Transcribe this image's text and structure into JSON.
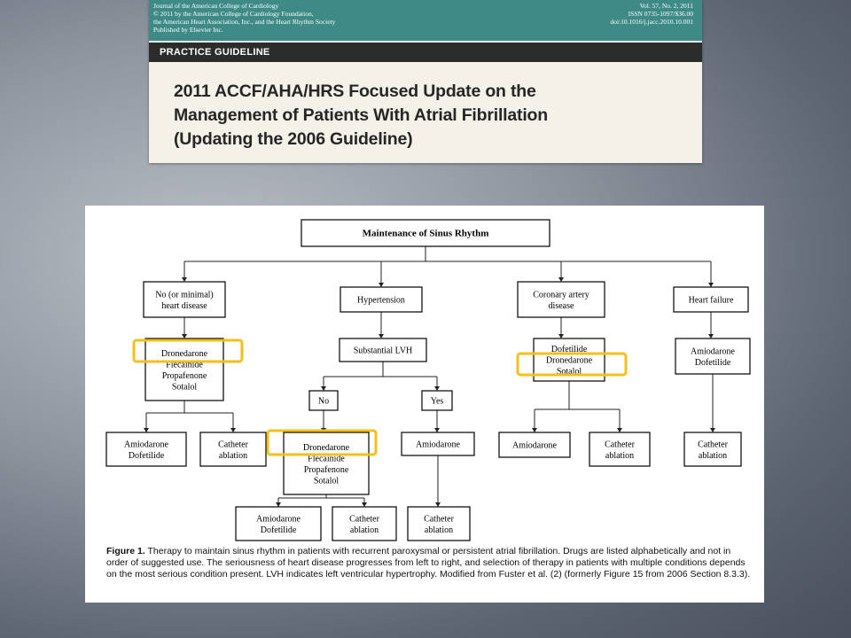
{
  "journal": {
    "left_lines": [
      "Journal of the American College of Cardiology",
      "© 2011 by the American College of Cardiology Foundation,",
      "the American Heart Association, Inc., and the Heart Rhythm Society",
      "Published by Elsevier Inc."
    ],
    "right_lines": [
      "Vol. 57, No. 2, 2011",
      "ISSN 0735-1097/$36.00",
      "doi:10.1016/j.jacc.2010.10.001"
    ],
    "section": "PRACTICE GUIDELINE",
    "title_lines": [
      "2011 ACCF/AHA/HRS Focused Update on the",
      "Management of Patients With Atrial Fibrillation",
      "(Updating the 2006 Guideline)"
    ],
    "band_color": "#3e8a86"
  },
  "figure": {
    "highlight_color": "#f4bf1a",
    "nodes": {
      "root": [
        "Maintenance of Sinus Rhythm"
      ],
      "no_disease": [
        "No (or minimal)",
        "heart disease"
      ],
      "hypertension": [
        "Hypertension"
      ],
      "cad": [
        "Coronary artery",
        "disease"
      ],
      "hf": [
        "Heart failure"
      ],
      "no_disease_drugs": [
        "Dronedarone",
        "Flecainide",
        "Propafenone",
        "Sotalol"
      ],
      "lvh": [
        "Substantial LVH"
      ],
      "cad_drugs": [
        "Dofetilide",
        "Dronedarone",
        "Sotalol"
      ],
      "hf_drugs": [
        "Amiodarone",
        "Dofetilide"
      ],
      "lvh_no": [
        "No"
      ],
      "lvh_yes": [
        "Yes"
      ],
      "nd_amio": [
        "Amiodarone",
        "Dofetilide"
      ],
      "nd_cath": [
        "Catheter",
        "ablation"
      ],
      "no_drugs": [
        "Dronedarone",
        "Flecainide",
        "Propafenone",
        "Sotalol"
      ],
      "yes_amio": [
        "Amiodarone"
      ],
      "cad_amio": [
        "Amiodarone"
      ],
      "cad_cath": [
        "Catheter",
        "ablation"
      ],
      "hf_cath": [
        "Catheter",
        "ablation"
      ],
      "no_amio": [
        "Amiodarone",
        "Dofetilide"
      ],
      "no_cath": [
        "Catheter",
        "ablation"
      ],
      "yes_cath": [
        "Catheter",
        "ablation"
      ]
    },
    "caption_label": "Figure 1.",
    "caption_text": " Therapy to maintain sinus rhythm in patients with recurrent paroxysmal or persistent atrial fibrillation. Drugs are listed alphabetically and not in order of suggested use. The seriousness of heart disease progresses from left to right, and selection of therapy in patients with multiple conditions depends on the most serious condition present. LVH indicates left ventricular hypertrophy. Modified from Fuster et al. (2) (formerly Figure 15 from 2006 Section 8.3.3)."
  }
}
